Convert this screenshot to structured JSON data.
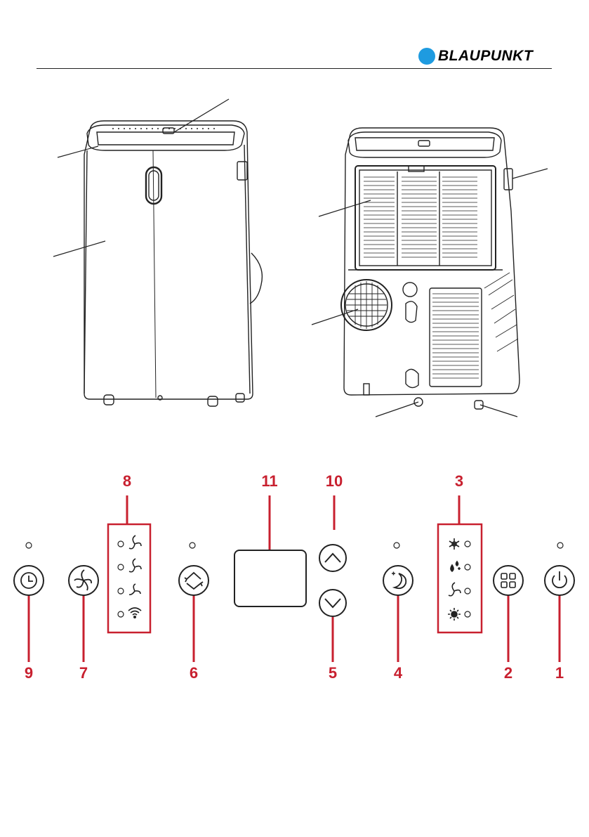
{
  "brand": {
    "name": "BLAUPUNKT",
    "dot_color": "#1e9be0"
  },
  "accent_color": "#c8202f",
  "callouts": {
    "n1": "1",
    "n2": "2",
    "n3": "3",
    "n4": "4",
    "n5": "5",
    "n6": "6",
    "n7": "7",
    "n8": "8",
    "n9": "9",
    "n10": "10",
    "n11": "11"
  },
  "icons": {
    "timer": "clock-icon",
    "fan": "fan-icon",
    "swing": "swing-icon",
    "sleep": "sleep-moon-icon",
    "up": "chevron-up-icon",
    "down": "chevron-down-icon",
    "mode": "mode-grid-icon",
    "power": "power-icon",
    "fan_speeds": [
      "fan-high-icon",
      "fan-medium-icon",
      "fan-low-icon",
      "wifi-icon"
    ],
    "modes": [
      "snowflake-icon",
      "dehumidify-drops-icon",
      "fan-mode-icon",
      "heat-sun-icon"
    ]
  }
}
